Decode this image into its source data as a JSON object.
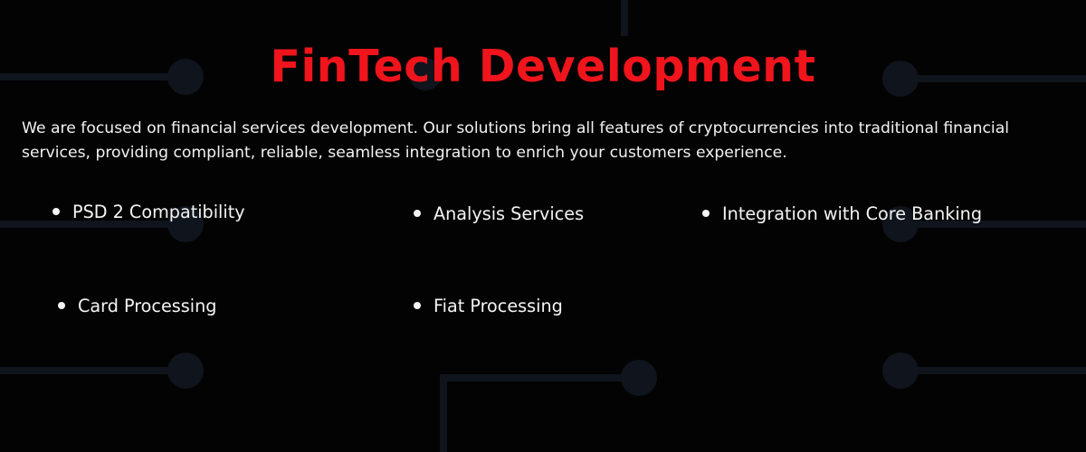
{
  "title": "FinTech Development",
  "description": "We are focused on financial services development. Our solutions bring all features of cryptocurrencies into traditional financial services, providing compliant, reliable, seamless integration to enrich your customers experience.",
  "features": [
    {
      "label": "PSD 2 Compatibility"
    },
    {
      "label": "Analysis Services"
    },
    {
      "label": "Integration with Core Banking"
    },
    {
      "label": "Card Processing"
    },
    {
      "label": "Fiat Processing"
    }
  ],
  "colors": {
    "background": "#030303",
    "title": "#f0141c",
    "text": "#f2f2f2",
    "circuit": "#0f141d"
  }
}
